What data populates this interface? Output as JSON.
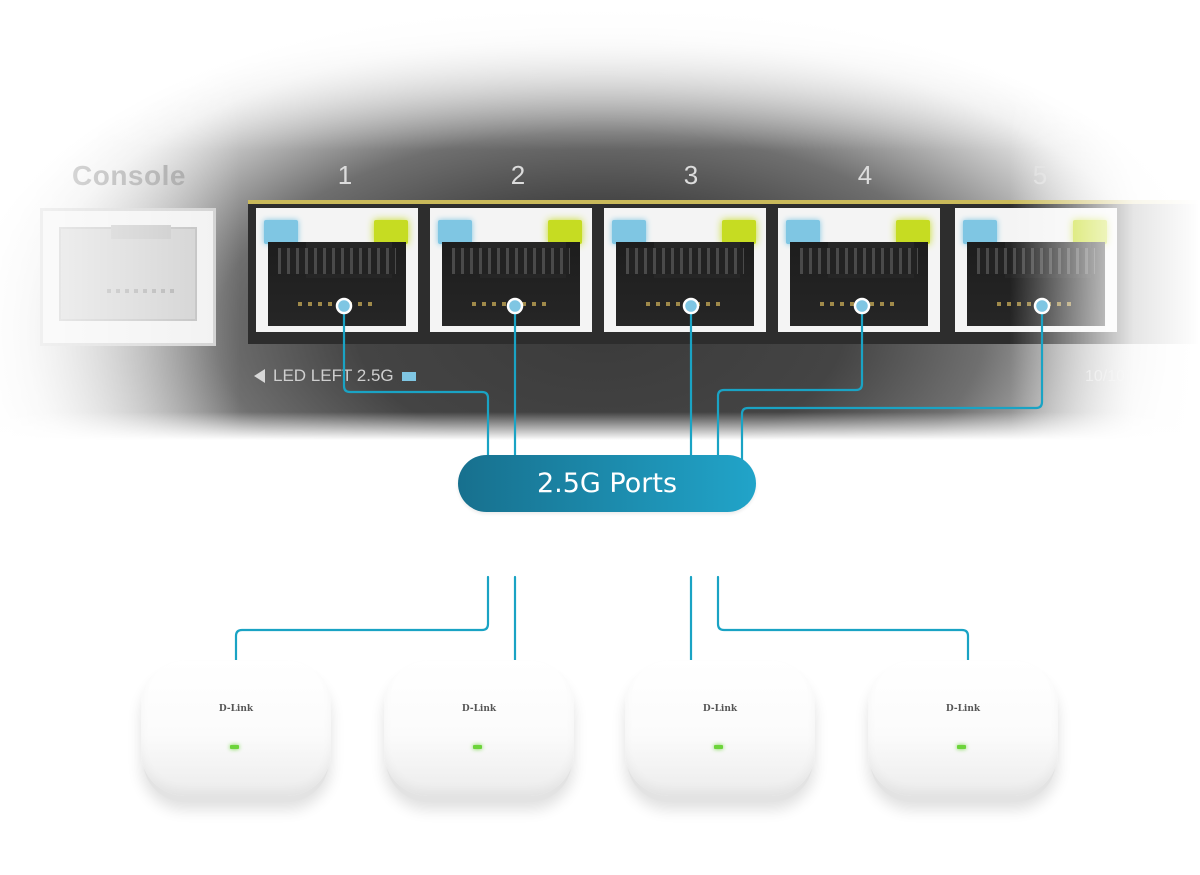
{
  "switch": {
    "console_label": "Console",
    "port_numbers": [
      "1",
      "2",
      "3",
      "4",
      "5"
    ],
    "led_legend": "LED LEFT  2.5G",
    "speed_label": "10/10"
  },
  "callout": {
    "label": "2.5G Ports"
  },
  "access_points": [
    {
      "brand": "D-Link"
    },
    {
      "brand": "D-Link"
    },
    {
      "brand": "D-Link"
    },
    {
      "brand": "D-Link"
    }
  ],
  "colors": {
    "wire": "#1aa3c4",
    "led_link": "#7fc6e3",
    "led_activity": "#c6dc22",
    "ap_status_led": "#6cd43a",
    "pill_start": "#17708e",
    "pill_end": "#21a4c9"
  }
}
